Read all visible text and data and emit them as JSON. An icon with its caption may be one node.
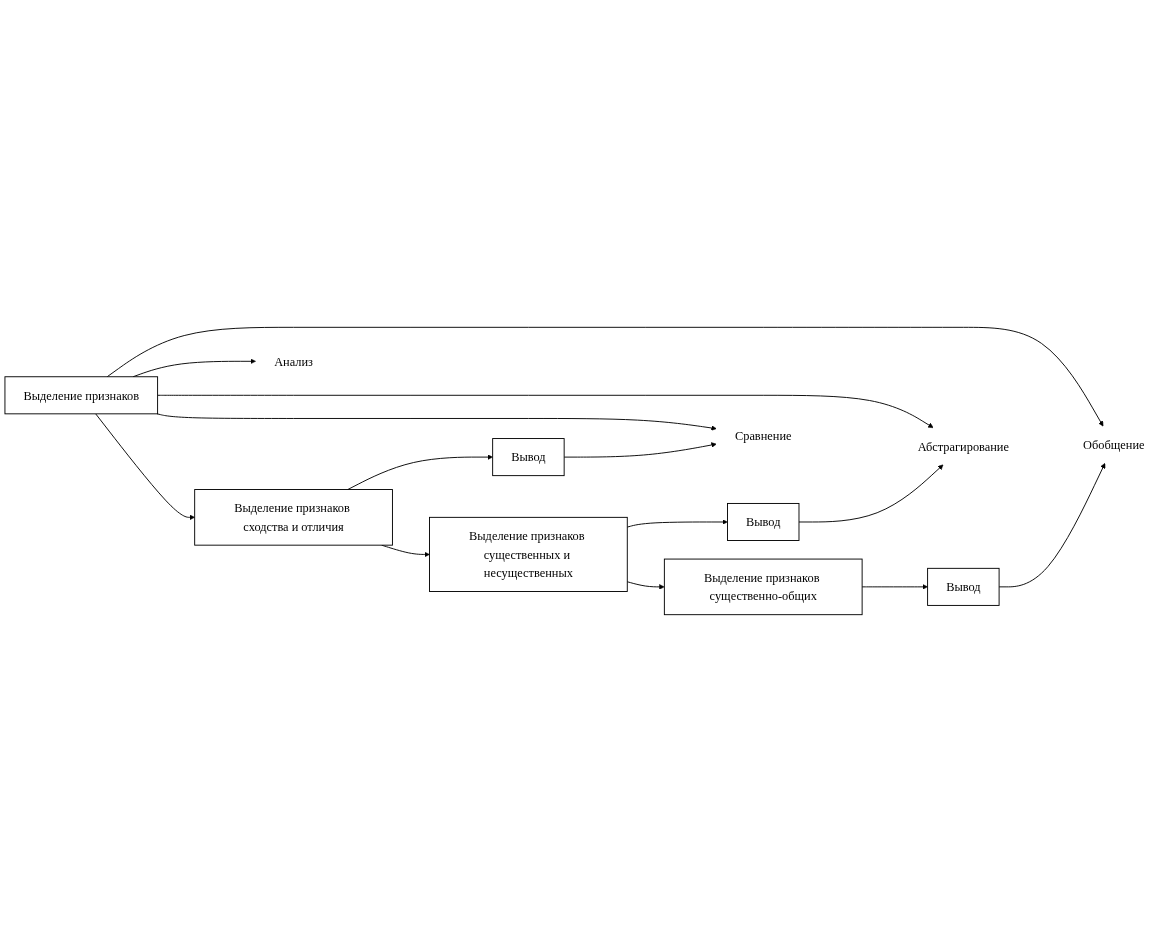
{
  "diagram": {
    "nodes": [
      {
        "text": [
          "Выделение признаков"
        ]
      },
      {
        "text": [
          "Выделение признаков сходства и отличия"
        ]
      },
      {
        "text": [
          "Вывод"
        ]
      },
      {
        "text": [
          "Выделение признаков существенных и несущественных"
        ]
      },
      {
        "text": [
          "Вывод"
        ]
      },
      {
        "text": [
          "Выделение признаков существенно-общих"
        ]
      },
      {
        "text": [
          "Вывод"
        ]
      },
      {
        "text": [
          "Анализ"
        ]
      },
      {
        "text": [
          "Сравнение"
        ]
      },
      {
        "text": [
          "Абстрагирование"
        ]
      },
      {
        "text": [
          "Обобщение"
        ]
      }
    ],
    "edges": [
      {
        "from": 0,
        "to": 1,
        "arrow": "to"
      },
      {
        "from": 1,
        "to": 2,
        "arrow": "to"
      },
      {
        "from": 1,
        "to": 3,
        "arrow": "to"
      },
      {
        "from": 3,
        "to": 4,
        "arrow": "to"
      },
      {
        "from": 3,
        "to": 5,
        "arrow": "to"
      },
      {
        "from": 5,
        "to": 6,
        "arrow": "to"
      },
      {
        "from": 0,
        "to": 7,
        "arrow": "to"
      },
      {
        "from": 0,
        "to": 8,
        "arrow": "to"
      },
      {
        "from": 2,
        "to": 8,
        "arrow": "to"
      },
      {
        "from": 0,
        "to": 9,
        "arrow": "to"
      },
      {
        "from": 4,
        "to": 9,
        "arrow": "to"
      },
      {
        "from": 0,
        "to": 10,
        "arrow": "to"
      },
      {
        "from": 6,
        "to": 10,
        "arrow": "to"
      }
    ]
  }
}
